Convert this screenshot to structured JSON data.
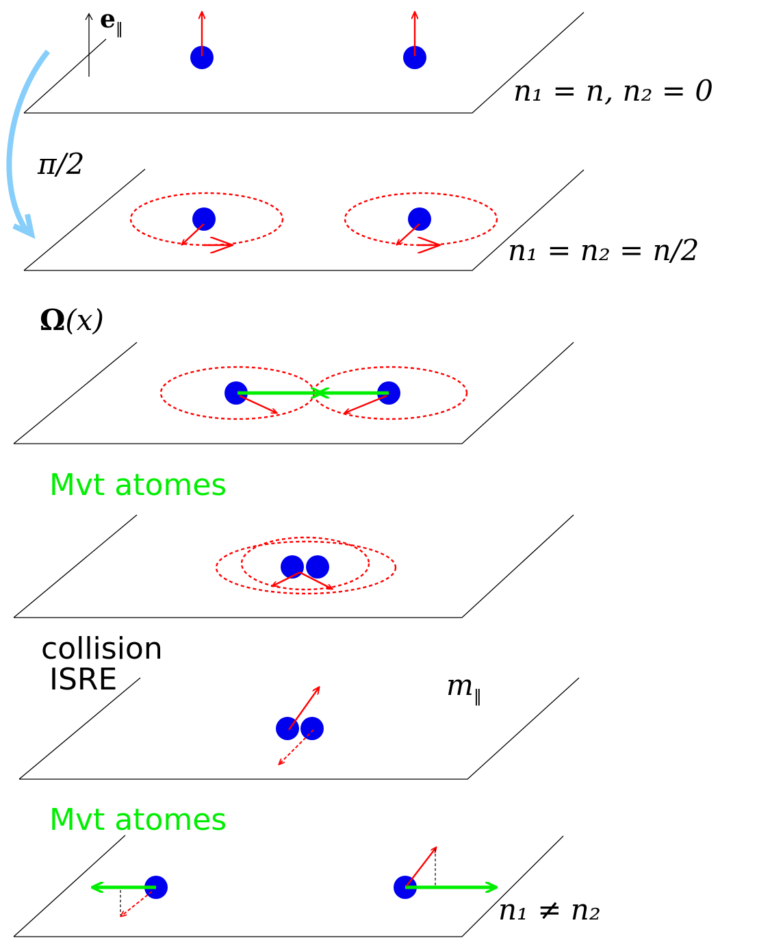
{
  "labels": {
    "e_parallel": "e",
    "e_parallel_sub": "‖",
    "state1": "n₁ = n, n₂ = 0",
    "pulse": "π/2",
    "state2": "n₁ = n₂ = n/2",
    "omega_bold": "Ω",
    "omega_arg": "(x)",
    "motion1": "Mvt atomes",
    "collision_line1": "collision",
    "collision_line2": "ISRE",
    "m_parallel": "m",
    "m_parallel_sub": "‖",
    "motion2": "Mvt atomes",
    "state_final": "n₁ ≠ n₂"
  },
  "colors": {
    "atom": "#0000ee",
    "spin": "#ff0000",
    "velocity": "#00ee00",
    "pulse_arrow": "#87cefa",
    "motion_text": "#00ee00"
  }
}
